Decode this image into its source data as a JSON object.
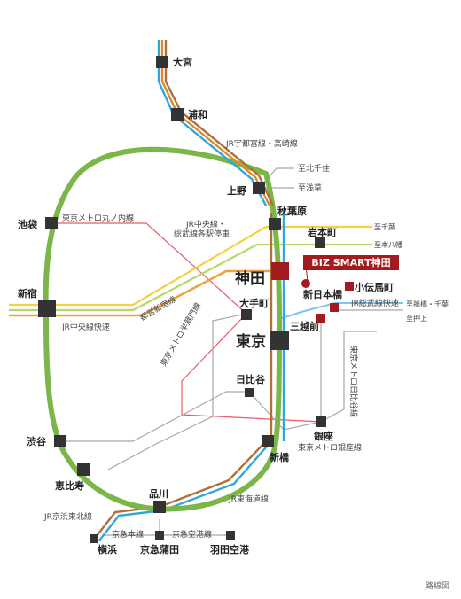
{
  "colors": {
    "yamanote": "#7ab648",
    "keihin_blue": "#2ea7e0",
    "utsunomiya_orange": "#e08a2c",
    "tokaido_brown": "#b0703a",
    "chuo_orange": "#f0a040",
    "chuo_yellow": "#f5d040",
    "marunouchi_red": "#e85a6a",
    "subway_gray": "#a8a8a8",
    "station_box": "#333333",
    "office_marker": "#a31b1f"
  },
  "stations": {
    "omiya": "大宮",
    "urawa": "浦和",
    "ueno": "上野",
    "akihabara": "秋葉原",
    "iwamotocho": "岩本町",
    "kanda": "神田",
    "shin_nihombashi": "新日本橋",
    "kodemmacho": "小伝馬町",
    "ikebukuro": "池袋",
    "shinjuku": "新宿",
    "otemachi": "大手町",
    "tokyo": "東京",
    "mitsukoshimae": "三越前",
    "hibiya": "日比谷",
    "ginza": "銀座",
    "shibuya": "渋谷",
    "shimbashi": "新橋",
    "ebisu": "恵比寿",
    "shinagawa": "品川",
    "yokohama": "横浜",
    "keikyu_kamata": "京急蒲田",
    "haneda": "羽田空港"
  },
  "lines": {
    "utsunomiya_takasaki": "JR宇都宮線・高崎線",
    "to_kitasenju": "至北千住",
    "to_asakusa": "至浅草",
    "marunouchi": "東京メトロ丸ノ内線",
    "chuo_sobu_local": "JR中央線・\n総武線各駅停車",
    "to_chiba": "至千葉",
    "to_motoyawata": "至本八幡",
    "toei_shinjuku": "都営新宿線",
    "sobu_rapid": "JR総武線快速",
    "to_funabashi_chiba": "至船橋・千葉",
    "to_oshiage": "至押上",
    "chuo_rapid": "JR中央線快速",
    "hanzomon": "東京メトロ半蔵門線",
    "hibiya_line": "東京メトロ日比谷線",
    "ginza_line": "東京メトロ銀座線",
    "tokaido": "JR東海道線",
    "keihin_tohoku": "JR京浜東北線",
    "keikyu_main": "京急本線",
    "keikyu_airport": "京急空港線"
  },
  "office": {
    "label": "BIZ SMART神田"
  },
  "footer": {
    "caption": "路線図"
  }
}
